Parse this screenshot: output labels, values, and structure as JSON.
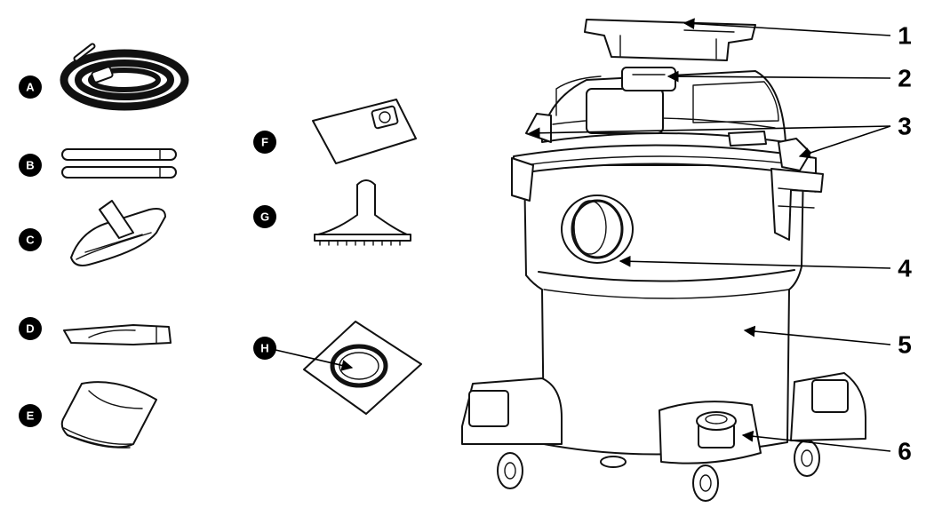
{
  "accessory_labels": [
    "A",
    "B",
    "C",
    "D",
    "E",
    "F",
    "G",
    "H"
  ],
  "callout_numbers": [
    "1",
    "2",
    "3",
    "4",
    "5",
    "6"
  ],
  "colors": {
    "ink": "#000000",
    "background": "#ffffff"
  }
}
